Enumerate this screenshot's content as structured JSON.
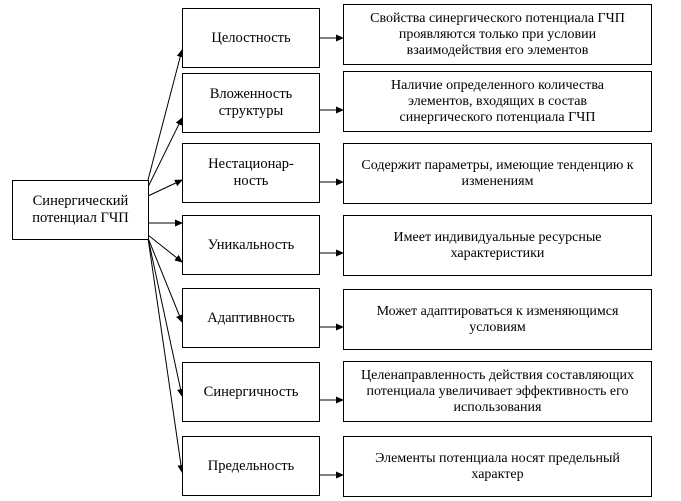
{
  "diagram": {
    "source": {
      "label": "Синергический\nпотенциал ГЧП"
    },
    "properties": [
      {
        "name": "Целостность",
        "description": "Свойства синергического потенциала ГЧП\nпроявляются только при условии\nвзаимодействия его элементов"
      },
      {
        "name": "Вложенность\nструктуры",
        "description": "Наличие определенного количества\nэлементов, входящих в состав\nсинергического потенциала ГЧП"
      },
      {
        "name": "Нестационар-\nность",
        "description": "Содержит параметры, имеющие тенденцию к\nизменениям"
      },
      {
        "name": "Уникальность",
        "description": "Имеет индивидуальные ресурсные\nхарактеристики"
      },
      {
        "name": "Адаптивность",
        "description": "Может адаптироваться к изменяющимся\nусловиям"
      },
      {
        "name": "Синергичность",
        "description": "Целенаправленность действия составляющих\nпотенциала увеличивает эффективность его\nиспользования"
      },
      {
        "name": "Предельность",
        "description": "Элементы потенциала носят предельный\nхарактер"
      }
    ]
  }
}
